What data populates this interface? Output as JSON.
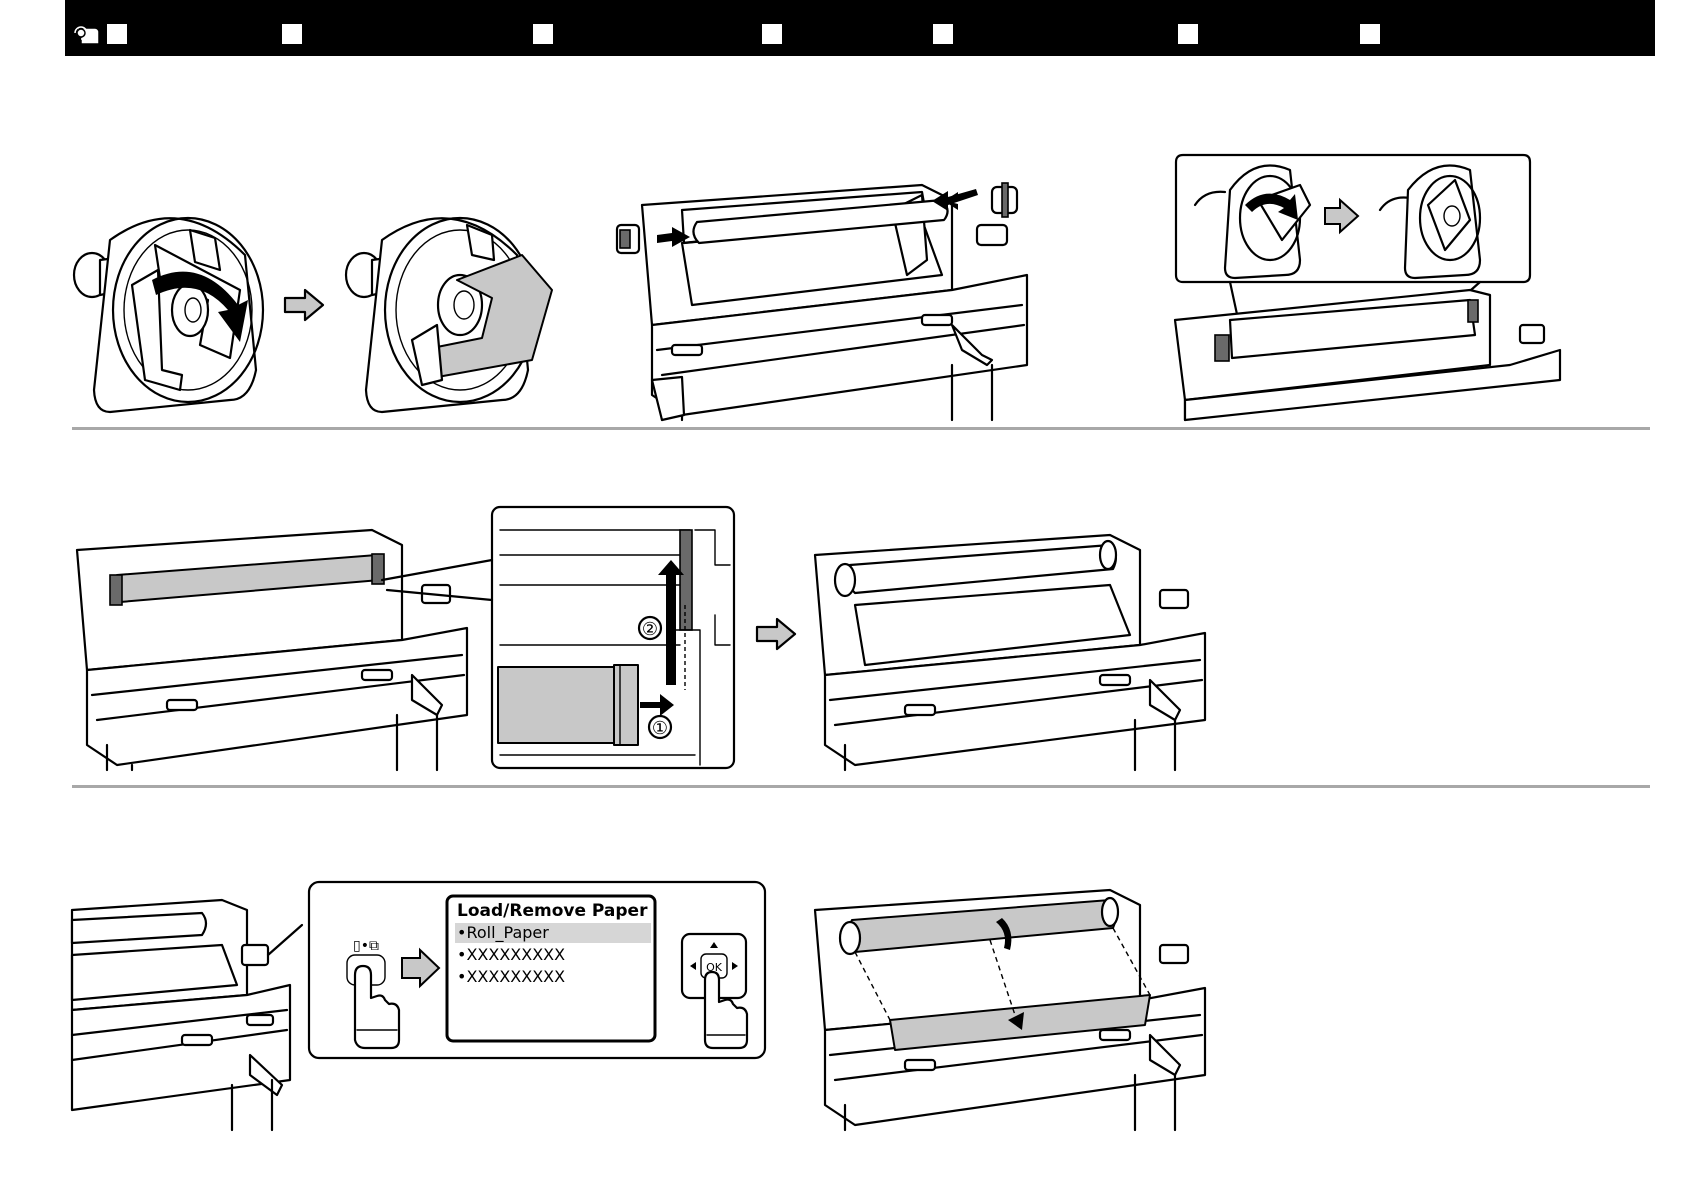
{
  "header": {
    "icon": "roll-paper-icon",
    "language_boxes": 7,
    "background": "#000000"
  },
  "step_markers": {
    "one": "①",
    "two": "②"
  },
  "control_panel": {
    "button_icon": "▯•⧉",
    "ok_label": "OK"
  },
  "lcd": {
    "title": "Load/Remove Paper",
    "items": [
      "•Roll_Paper",
      "•XXXXXXXXX",
      "•XXXXXXXXX"
    ],
    "selected_index": 0,
    "highlight_color": "#d6d6d6"
  },
  "colors": {
    "paper_gray": "#c8c8c8",
    "rule_gray": "#a8a8a8"
  }
}
